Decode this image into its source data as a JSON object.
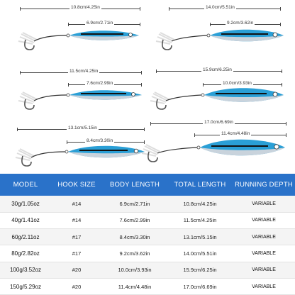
{
  "lures": [
    {
      "total_length": "10.8cm/4.25in",
      "body_length": "6.9cm/2.71in"
    },
    {
      "total_length": "14.0cm/5.51in",
      "body_length": "9.2cm/3.62in"
    },
    {
      "total_length": "11.5cm/4.25in",
      "body_length": "7.6cm/2.99in"
    },
    {
      "total_length": "15.9cm/6.25in",
      "body_length": "10.0cm/3.93in"
    },
    {
      "total_length": "13.1cm/5.15in",
      "body_length": "8.4cm/3.30in"
    },
    {
      "total_length": "17.0cm/6.69in",
      "body_length": "11.4cm/4.48in"
    }
  ],
  "table": {
    "headers": [
      "MODEL",
      "HOOK SIZE",
      "BODY LENGTH",
      "TOTAL LENGTH",
      "RUNNING DEPTH"
    ],
    "rows": [
      [
        "30g/1.05oz",
        "#14",
        "6.9cm/2.71in",
        "10.8cm/4.25in",
        "VARIABLE"
      ],
      [
        "40g/1.41oz",
        "#14",
        "7.6cm/2.99in",
        "11.5cm/4.25in",
        "VARIABLE"
      ],
      [
        "60g/2.11oz",
        "#17",
        "8.4cm/3.30in",
        "13.1cm/5.15in",
        "VARIABLE"
      ],
      [
        "80g/2.82oz",
        "#17",
        "9.2cm/3.62in",
        "14.0cm/5.51in",
        "VARIABLE"
      ],
      [
        "100g/3.52oz",
        "#20",
        "10.0cm/3.93in",
        "15.9cm/6.25in",
        "VARIABLE"
      ],
      [
        "150g/5.29oz",
        "#20",
        "11.4cm/4.48in",
        "17.0cm/6.69in",
        "VARIABLE"
      ]
    ]
  },
  "colors": {
    "header_bg": "#2a72c9",
    "lure_blue": "#2a9fd6",
    "lure_silver": "#c9d3dc"
  }
}
